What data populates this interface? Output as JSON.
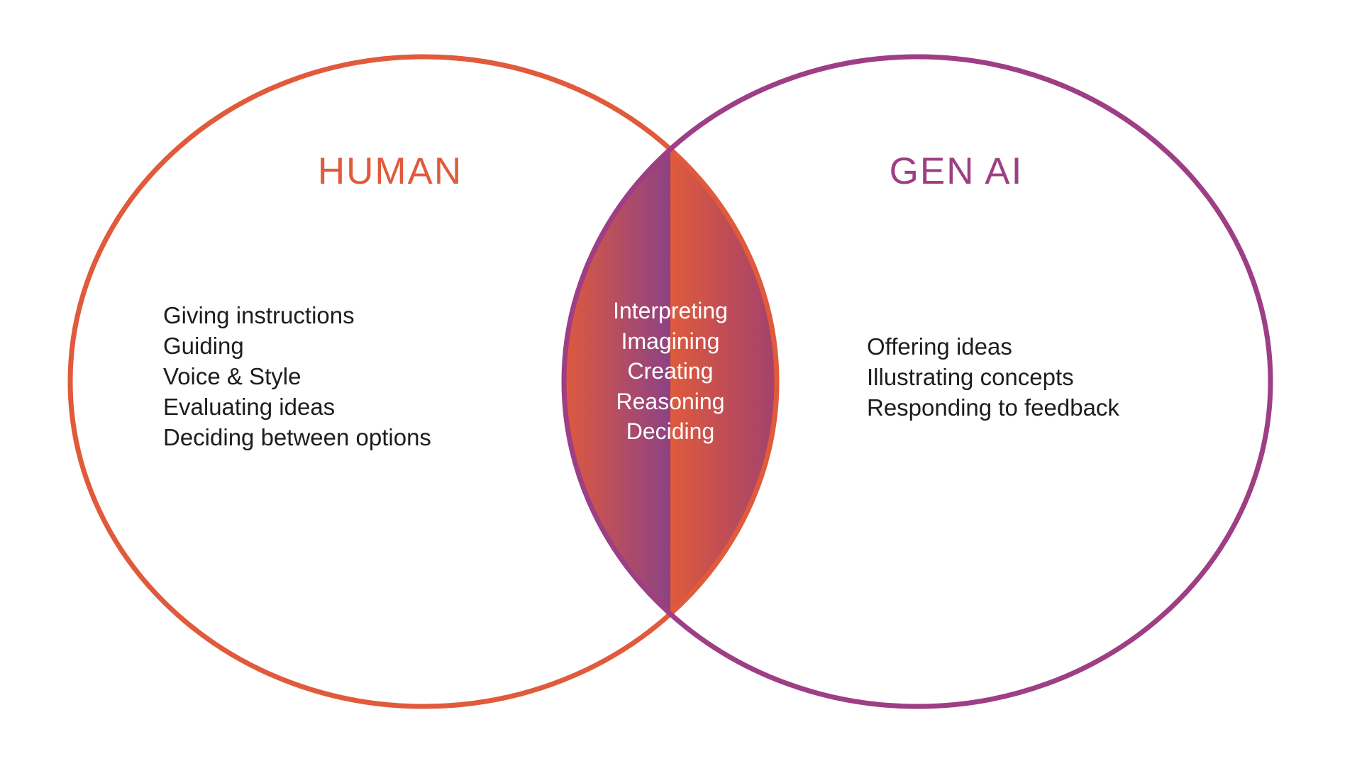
{
  "venn": {
    "left": {
      "title": "HUMAN",
      "color": "#E05A3B",
      "items": [
        "Giving instructions",
        "Guiding",
        "Voice & Style",
        "Evaluating ideas",
        "Deciding between options"
      ]
    },
    "right": {
      "title": "GEN AI",
      "color": "#9E3E85",
      "items": [
        "Offering ideas",
        "Illustrating concepts",
        "Responding to feedback"
      ]
    },
    "overlap": {
      "items": [
        "Interpreting",
        "Imagining",
        "Creating",
        "Reasoning",
        "Deciding"
      ],
      "text_color": "#FFFFFF",
      "gradient": {
        "orange_from": "#DF5A3C",
        "purple_to_left_half": "#8D4284",
        "purple_to_right_half": "#A2416E"
      }
    },
    "body_text_color": "#1d1d1b"
  }
}
